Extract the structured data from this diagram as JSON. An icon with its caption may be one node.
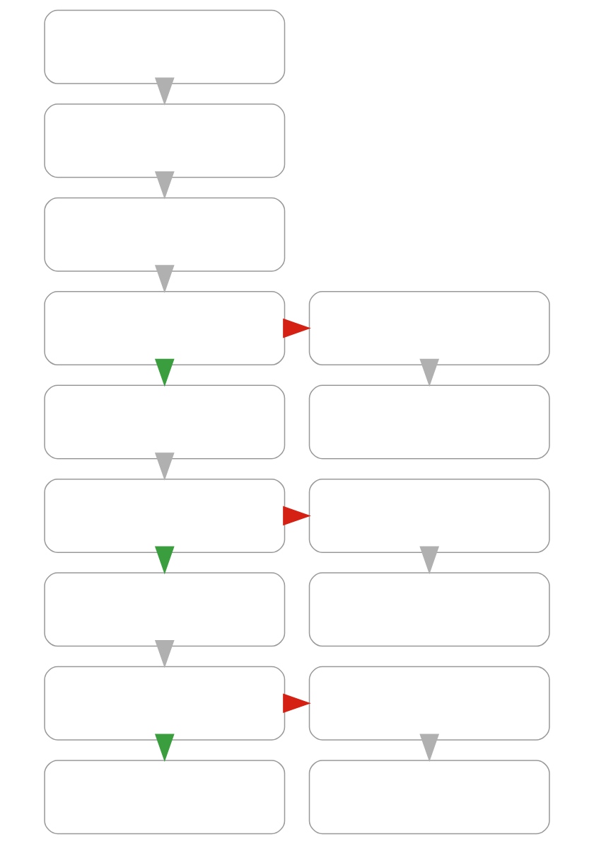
{
  "diagram": {
    "nodes": [
      {
        "text": [],
        "shape": "box"
      },
      {
        "text": [],
        "shape": "box"
      },
      {
        "text": [],
        "shape": "box"
      },
      {
        "text": [],
        "shape": "box"
      },
      {
        "text": [],
        "shape": "box"
      },
      {
        "text": [],
        "shape": "box"
      },
      {
        "text": [],
        "shape": "box"
      },
      {
        "text": [],
        "shape": "box"
      },
      {
        "text": [],
        "shape": "box"
      },
      {
        "text": [],
        "shape": "box"
      },
      {
        "text": [],
        "shape": "box"
      },
      {
        "text": [],
        "shape": "box"
      },
      {
        "text": [],
        "shape": "box"
      },
      {
        "text": [],
        "shape": "box"
      },
      {
        "text": [],
        "shape": "box"
      }
    ],
    "edges": [
      {
        "from": 0,
        "to": 1,
        "arrow": "to"
      },
      {
        "from": 1,
        "to": 2,
        "arrow": "to"
      },
      {
        "from": 2,
        "to": 3,
        "arrow": "to"
      },
      {
        "from": 3,
        "to": 4,
        "arrow": "to",
        "color": "#d42114"
      },
      {
        "from": 3,
        "to": 5,
        "arrow": "to",
        "color": "#3a9e3e"
      },
      {
        "from": 4,
        "to": 6,
        "arrow": "to"
      },
      {
        "from": 5,
        "to": 7,
        "arrow": "to"
      },
      {
        "from": 7,
        "to": 8,
        "arrow": "to",
        "color": "#d42114"
      },
      {
        "from": 7,
        "to": 9,
        "arrow": "to",
        "color": "#3a9e3e"
      },
      {
        "from": 8,
        "to": 10,
        "arrow": "to"
      },
      {
        "from": 9,
        "to": 11,
        "arrow": "to"
      },
      {
        "from": 11,
        "to": 12,
        "arrow": "to",
        "color": "#d42114"
      },
      {
        "from": 11,
        "to": 13,
        "arrow": "to",
        "color": "#3a9e3e"
      },
      {
        "from": 12,
        "to": 14,
        "arrow": "to"
      }
    ]
  }
}
